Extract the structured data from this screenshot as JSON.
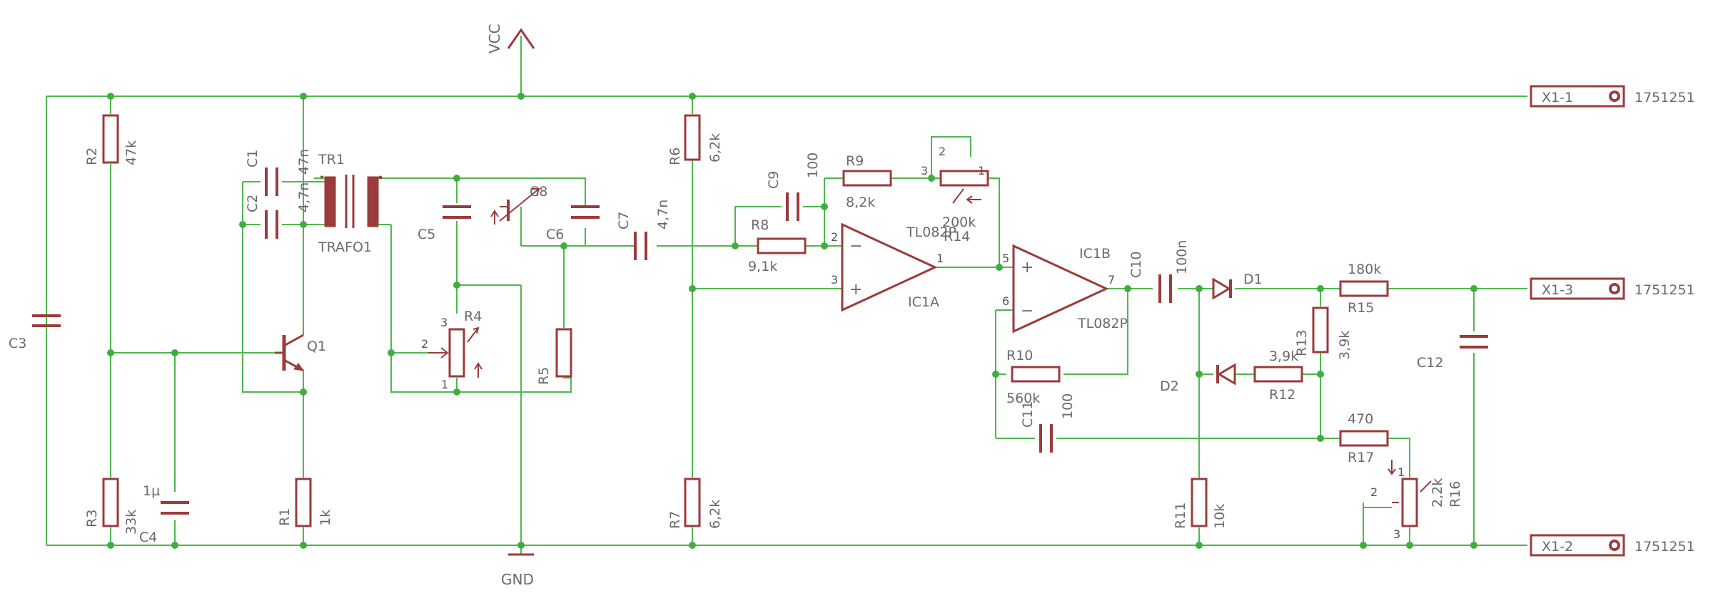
{
  "power": {
    "vcc": "VCC",
    "gnd": "GND"
  },
  "connectors": [
    {
      "ref": "X1-1",
      "part": "1751251"
    },
    {
      "ref": "X1-3",
      "part": "1751251"
    },
    {
      "ref": "X1-2",
      "part": "1751251"
    }
  ],
  "resistors": {
    "R1": {
      "ref": "R1",
      "value": "1k"
    },
    "R2": {
      "ref": "R2",
      "value": "47k"
    },
    "R3": {
      "ref": "R3",
      "value": "33k"
    },
    "R5": {
      "ref": "R5",
      "value": ""
    },
    "R6": {
      "ref": "R6",
      "value": "6,2k"
    },
    "R7": {
      "ref": "R7",
      "value": "6,2k"
    },
    "R8": {
      "ref": "R8",
      "value": "9,1k"
    },
    "R9": {
      "ref": "R9",
      "value": "8,2k"
    },
    "R10": {
      "ref": "R10",
      "value": "560k"
    },
    "R11": {
      "ref": "R11",
      "value": "10k"
    },
    "R12": {
      "ref": "R12",
      "value": "3,9k"
    },
    "R13": {
      "ref": "R13",
      "value": "3,9k"
    },
    "R15": {
      "ref": "R15",
      "value": "180k"
    },
    "R17": {
      "ref": "R17",
      "value": "470"
    }
  },
  "potentiometers": {
    "R4": {
      "ref": "R4",
      "pin1": "1",
      "pin2": "2",
      "pin3": "3"
    },
    "R14": {
      "ref": "R14",
      "value": "200k",
      "pin1": "1",
      "pin2": "2",
      "pin3": "3"
    },
    "R16": {
      "ref": "R16",
      "value": "2,2k",
      "pin1": "1",
      "pin2": "2",
      "pin3": "3"
    }
  },
  "capacitors": {
    "C1": {
      "ref": "C1",
      "value": "47n"
    },
    "C2": {
      "ref": "C2",
      "value": "4,7n"
    },
    "C3": {
      "ref": "C3",
      "value": ""
    },
    "C4": {
      "ref": "C4",
      "value": "1µ"
    },
    "C5": {
      "ref": "C5",
      "value": ""
    },
    "C6": {
      "ref": "C6",
      "value": ""
    },
    "C7": {
      "ref": "C7",
      "value": "4,7n"
    },
    "C8": {
      "ref": "C8",
      "value": ""
    },
    "C9": {
      "ref": "C9",
      "value": "100"
    },
    "C10": {
      "ref": "C10",
      "value": "100n"
    },
    "C11": {
      "ref": "C11",
      "value": "100"
    },
    "C12": {
      "ref": "C12",
      "value": ""
    }
  },
  "transformer": {
    "ref": "TR1",
    "value": "TRAFO1"
  },
  "transistor": {
    "ref": "Q1"
  },
  "opamps": {
    "IC1A": {
      "ref": "IC1A",
      "value": "TL082P",
      "pin_minus": "2",
      "pin_plus": "3",
      "pin_out": "1"
    },
    "IC1B": {
      "ref": "IC1B",
      "value": "TL082P",
      "pin_plus": "5",
      "pin_minus": "6",
      "pin_out": "7"
    }
  },
  "diodes": {
    "D1": {
      "ref": "D1"
    },
    "D2": {
      "ref": "D2"
    }
  },
  "colors": {
    "wire": "#4fb74f",
    "junction": "#3fae3f",
    "part": "#9b3b3b",
    "text": "#6a6a6a"
  }
}
